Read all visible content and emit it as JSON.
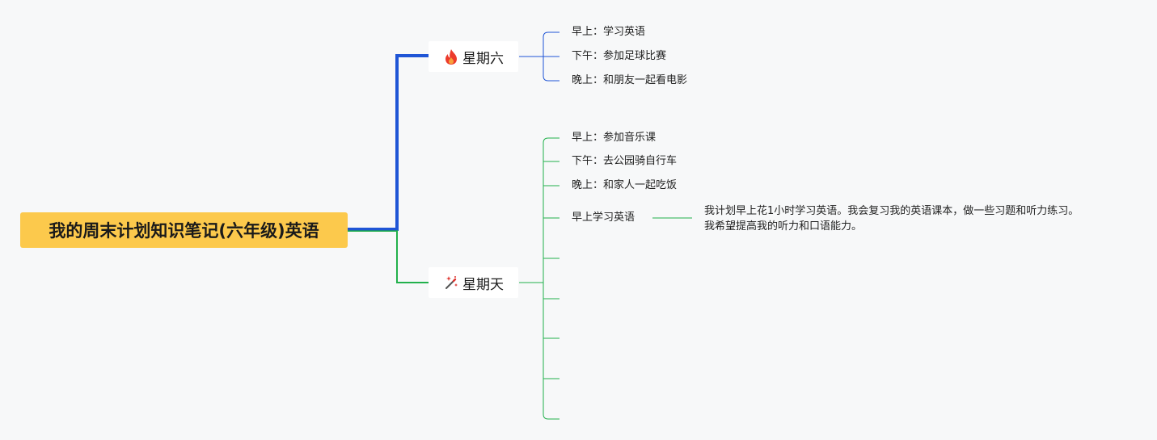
{
  "root": {
    "title": "我的周末计划知识笔记(六年级)英语",
    "color": "#fcc94c"
  },
  "branches": [
    {
      "label": "星期六",
      "icon": "fire-icon",
      "color": "#1f55d6",
      "items": [
        {
          "label": "早上：学习英语"
        },
        {
          "label": "下午：参加足球比赛"
        },
        {
          "label": "晚上：和朋友一起看电影"
        }
      ]
    },
    {
      "label": "星期天",
      "icon": "magic-wand-icon",
      "color": "#22b14c",
      "items": [
        {
          "label": "早上：参加音乐课"
        },
        {
          "label": "下午：去公园骑自行车"
        },
        {
          "label": "晚上：和家人一起吃饭"
        },
        {
          "label": "早上学习英语",
          "note": {
            "line1": "我计划早上花1小时学习英语。我会复习我的英语课本，做一些习题和听力练习。",
            "line2": "我希望提高我的听力和口语能力。"
          }
        },
        {
          "label": ""
        },
        {
          "label": ""
        },
        {
          "label": ""
        },
        {
          "label": ""
        },
        {
          "label": ""
        }
      ]
    }
  ]
}
